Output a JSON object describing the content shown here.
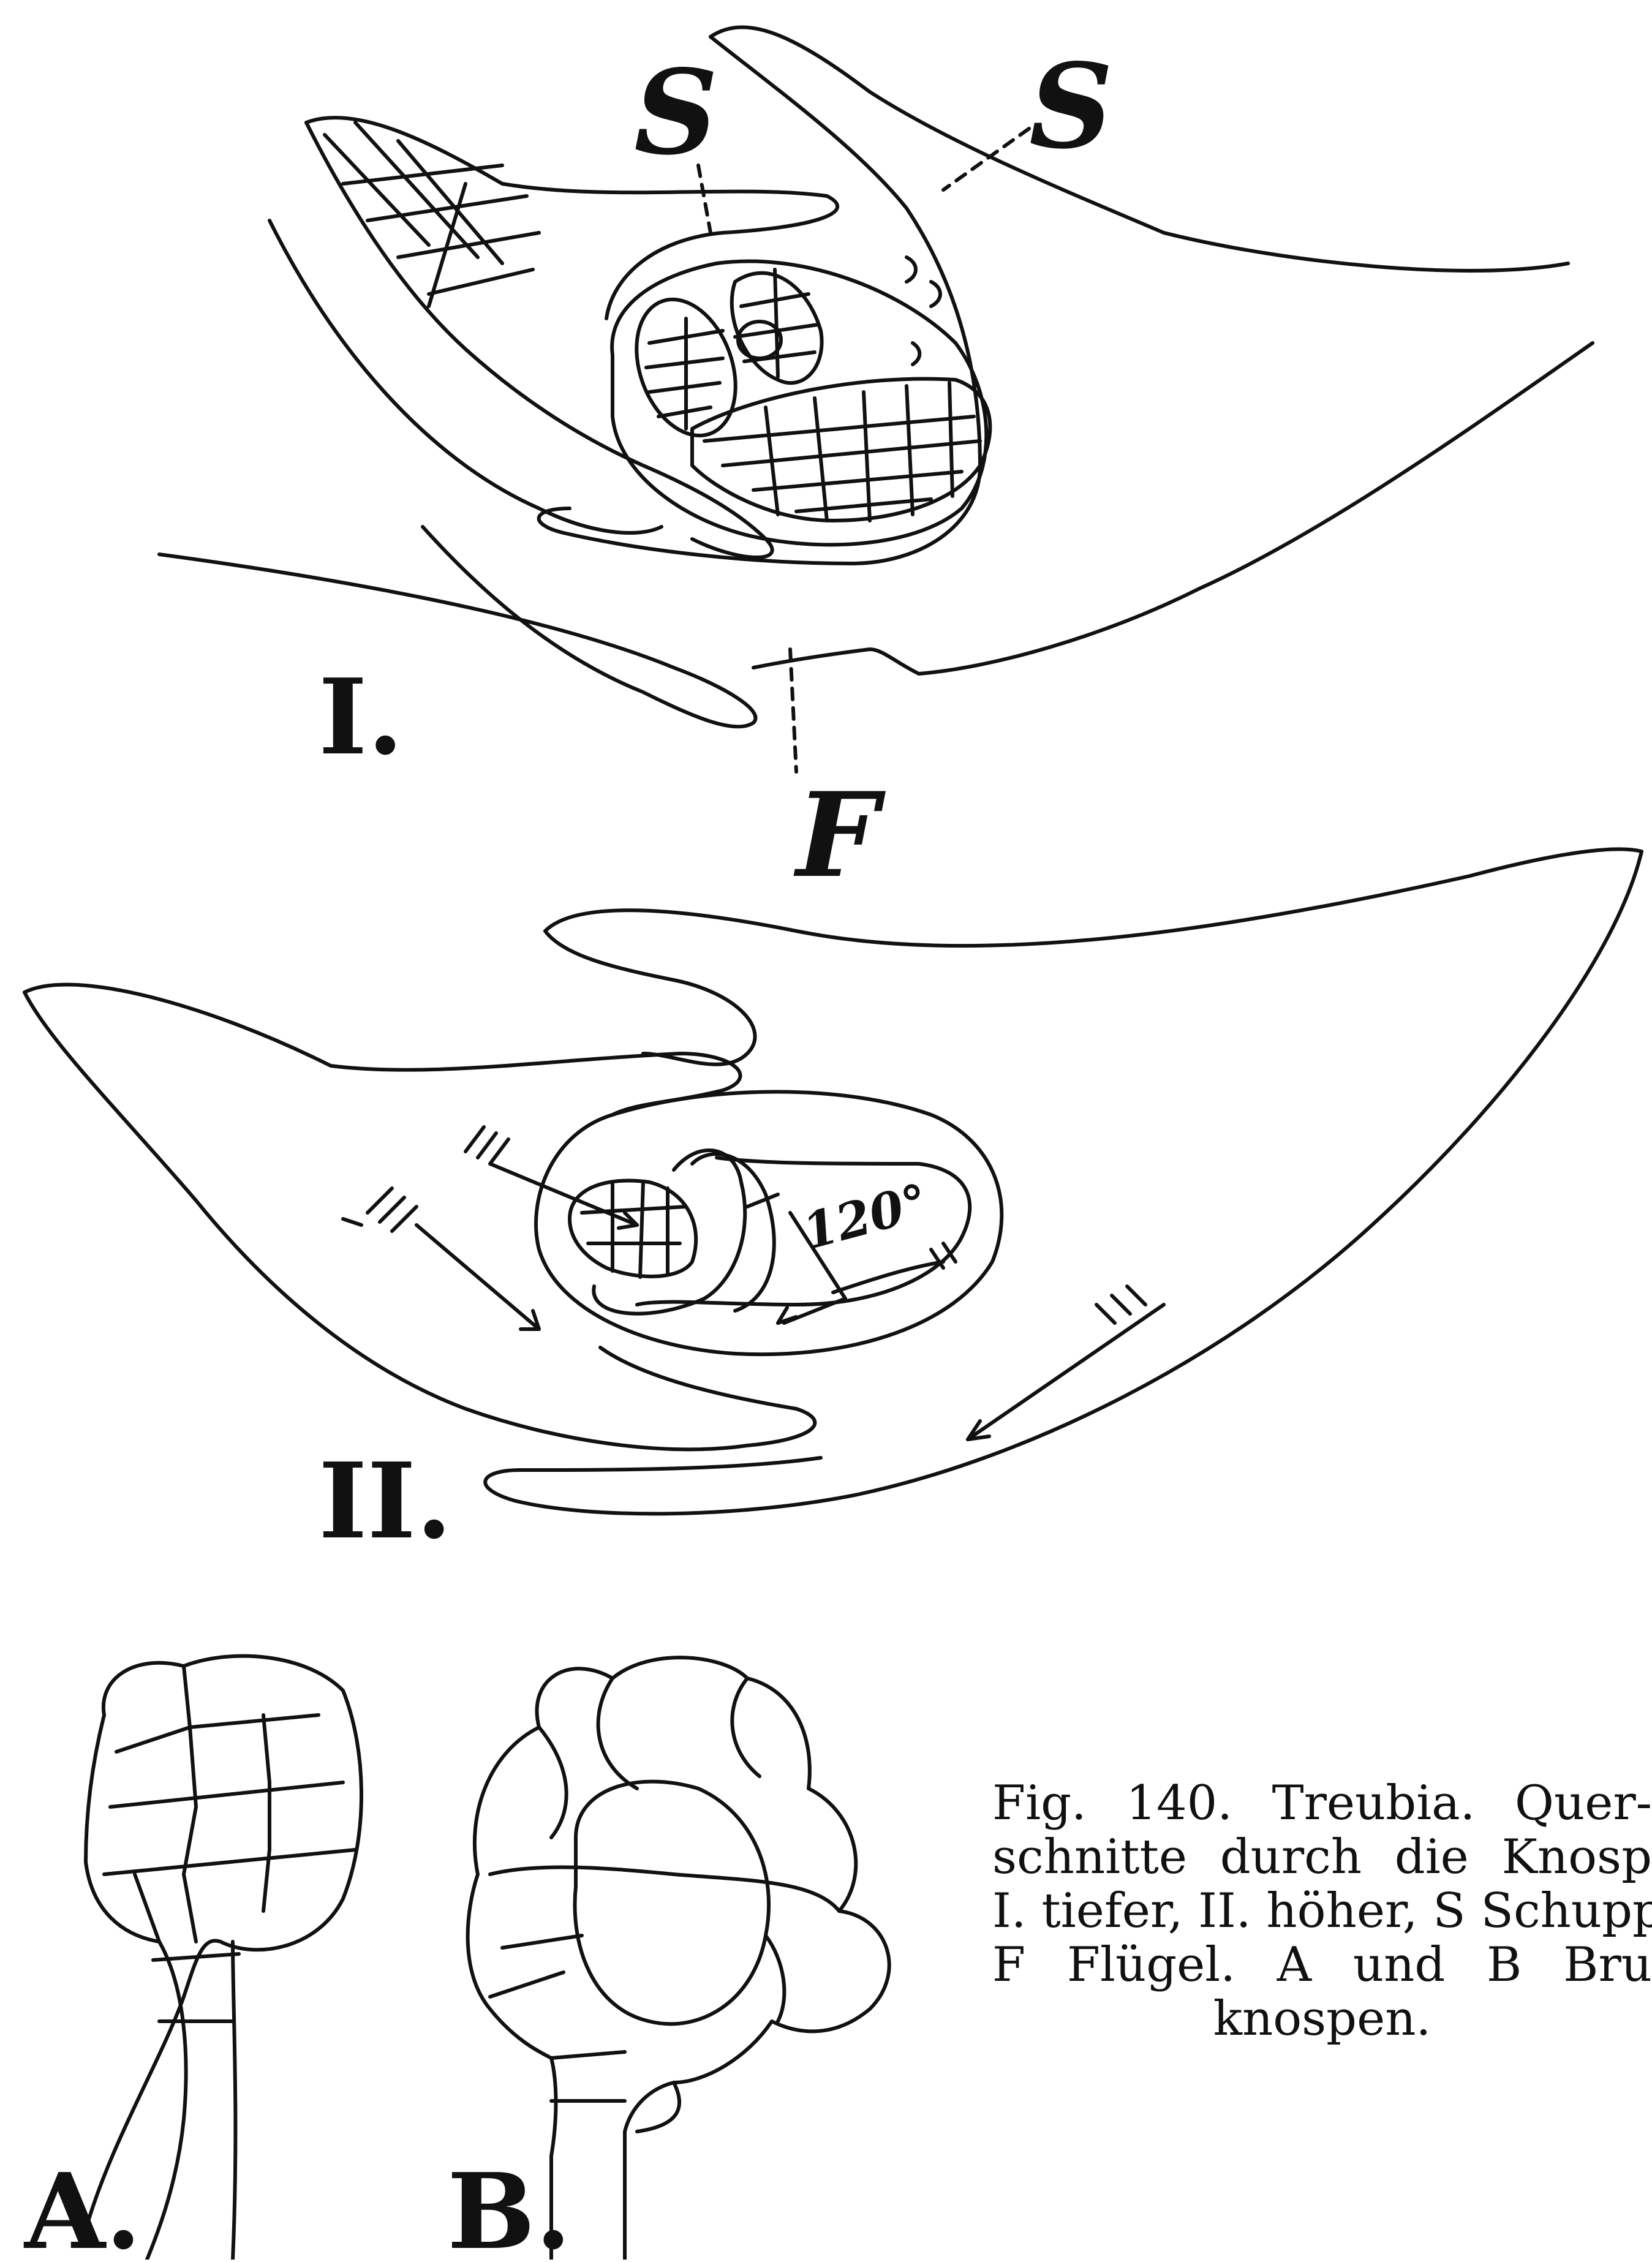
{
  "figure": {
    "part_labels": {
      "I": "I.",
      "II": "II.",
      "A": "A.",
      "B": "B."
    },
    "annotations": {
      "scale_left": "S",
      "scale_right": "S",
      "wing": "F",
      "angle": "120°"
    }
  },
  "caption": {
    "line1": "Fig. 140. Treubia. Quer-",
    "line2": "schnitte durch die Knosp",
    "line3": "I. tiefer, II. höher, S Schuppe",
    "line4": "F Flügel. A und B Bru",
    "line5": "knospen."
  }
}
